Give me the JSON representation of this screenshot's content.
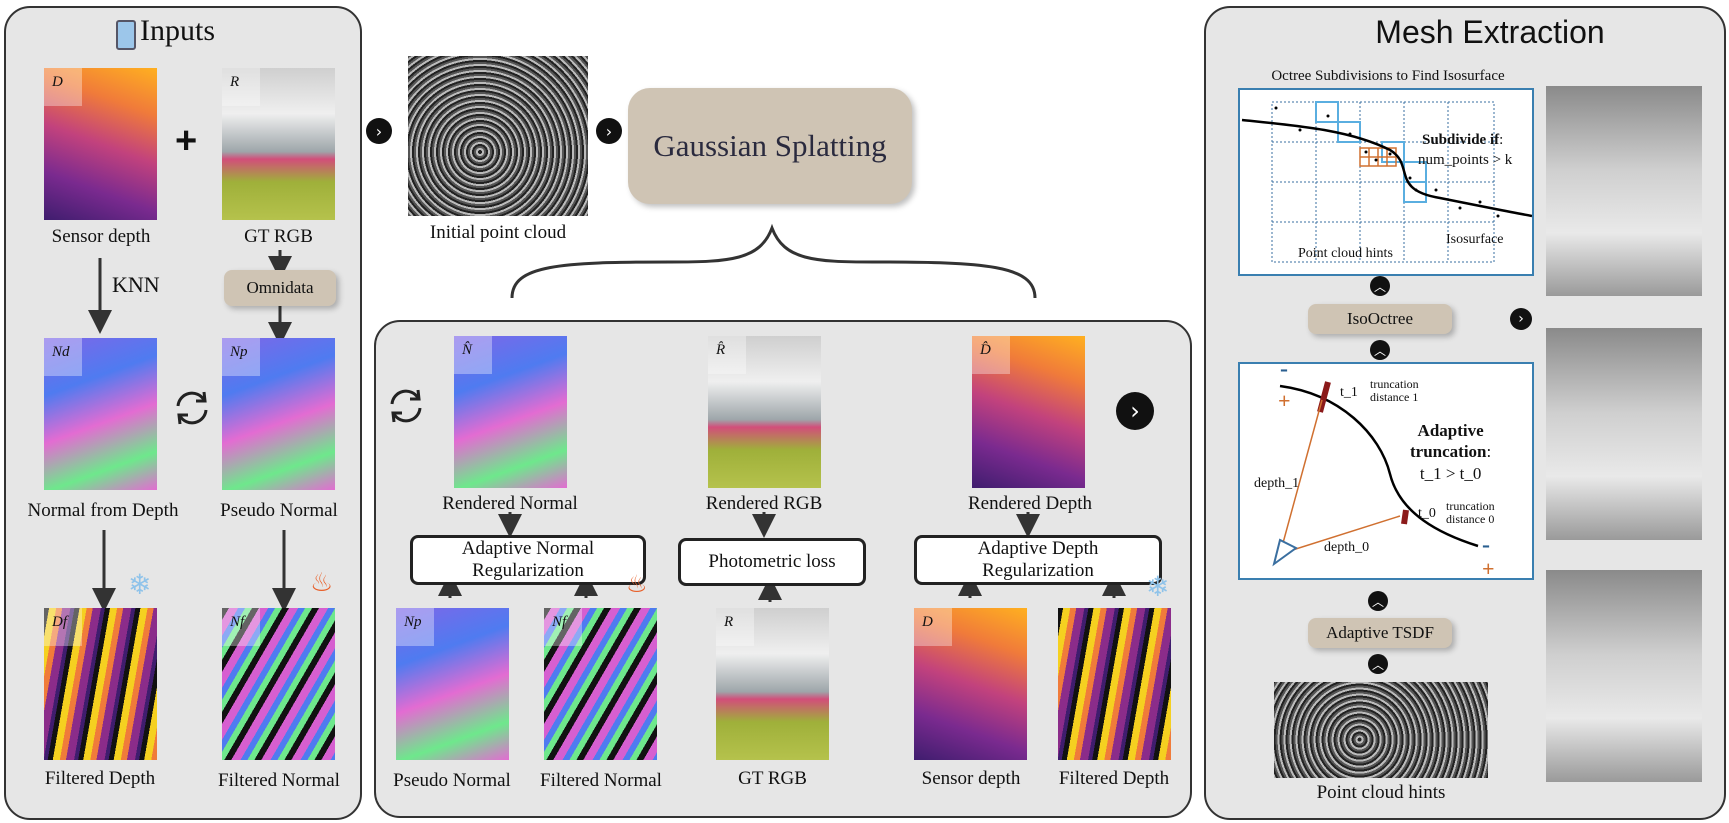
{
  "inputs": {
    "title": "Inputs",
    "sensor_depth": "Sensor depth",
    "gt_rgb": "GT RGB",
    "knn": "KNN",
    "omnidata": "Omnidata",
    "normal_from_depth": "Normal from Depth",
    "pseudo_normal": "Pseudo Normal",
    "filtered_depth": "Filtered Depth",
    "filtered_normal": "Filtered Normal",
    "tag_d": "D",
    "tag_r": "R",
    "tag_nd": "Nd",
    "tag_np": "Np",
    "tag_df": "Df",
    "tag_nf": "Nf",
    "plus": "+"
  },
  "middle": {
    "initial_point_cloud": "Initial point cloud",
    "gaussian_splatting": "Gaussian Splatting",
    "rendered_normal": "Rendered Normal",
    "rendered_rgb": "Rendered RGB",
    "rendered_depth": "Rendered Depth",
    "adaptive_normal_reg": "Adaptive Normal Regularization",
    "photometric_loss": "Photometric loss",
    "adaptive_depth_reg": "Adaptive Depth Regularization",
    "pseudo_normal": "Pseudo Normal",
    "filtered_normal": "Filtered Normal",
    "gt_rgb": "GT RGB",
    "sensor_depth": "Sensor depth",
    "filtered_depth": "Filtered Depth",
    "tag_nhat": "N̂",
    "tag_rhat": "R̂",
    "tag_dhat": "D̂",
    "tag_np": "Np",
    "tag_nf": "Nf",
    "tag_r": "R",
    "tag_d": "D"
  },
  "mesh": {
    "title": "Mesh Extraction",
    "octree_title": "Octree Subdivisions to Find Isosurface",
    "subdivide_if": "Subdivide if",
    "num_points": "num_points > k",
    "point_cloud_hints_label": "Point cloud hints",
    "isosurface": "Isosurface",
    "isooctree": "IsoOctree",
    "t1": "t_1",
    "trunc_dist1_a": "truncation",
    "trunc_dist1_b": "distance 1",
    "t0": "t_0",
    "trunc_dist0_a": "truncation",
    "trunc_dist0_b": "distance 0",
    "adaptive": "Adaptive",
    "truncation": "truncation",
    "t_compare": "t_1 > t_0",
    "depth1": "depth_1",
    "depth0": "depth_0",
    "minus": "-",
    "plus": "+",
    "adaptive_tsdf": "Adaptive TSDF",
    "point_cloud_hints": "Point cloud hints"
  },
  "colors": {
    "panel_bg": "#e6e6e6",
    "pill": "#cfc4b4",
    "grid_blue": "#4a90c8",
    "orange": "#d07030",
    "dark_red": "#8b1a1a"
  }
}
